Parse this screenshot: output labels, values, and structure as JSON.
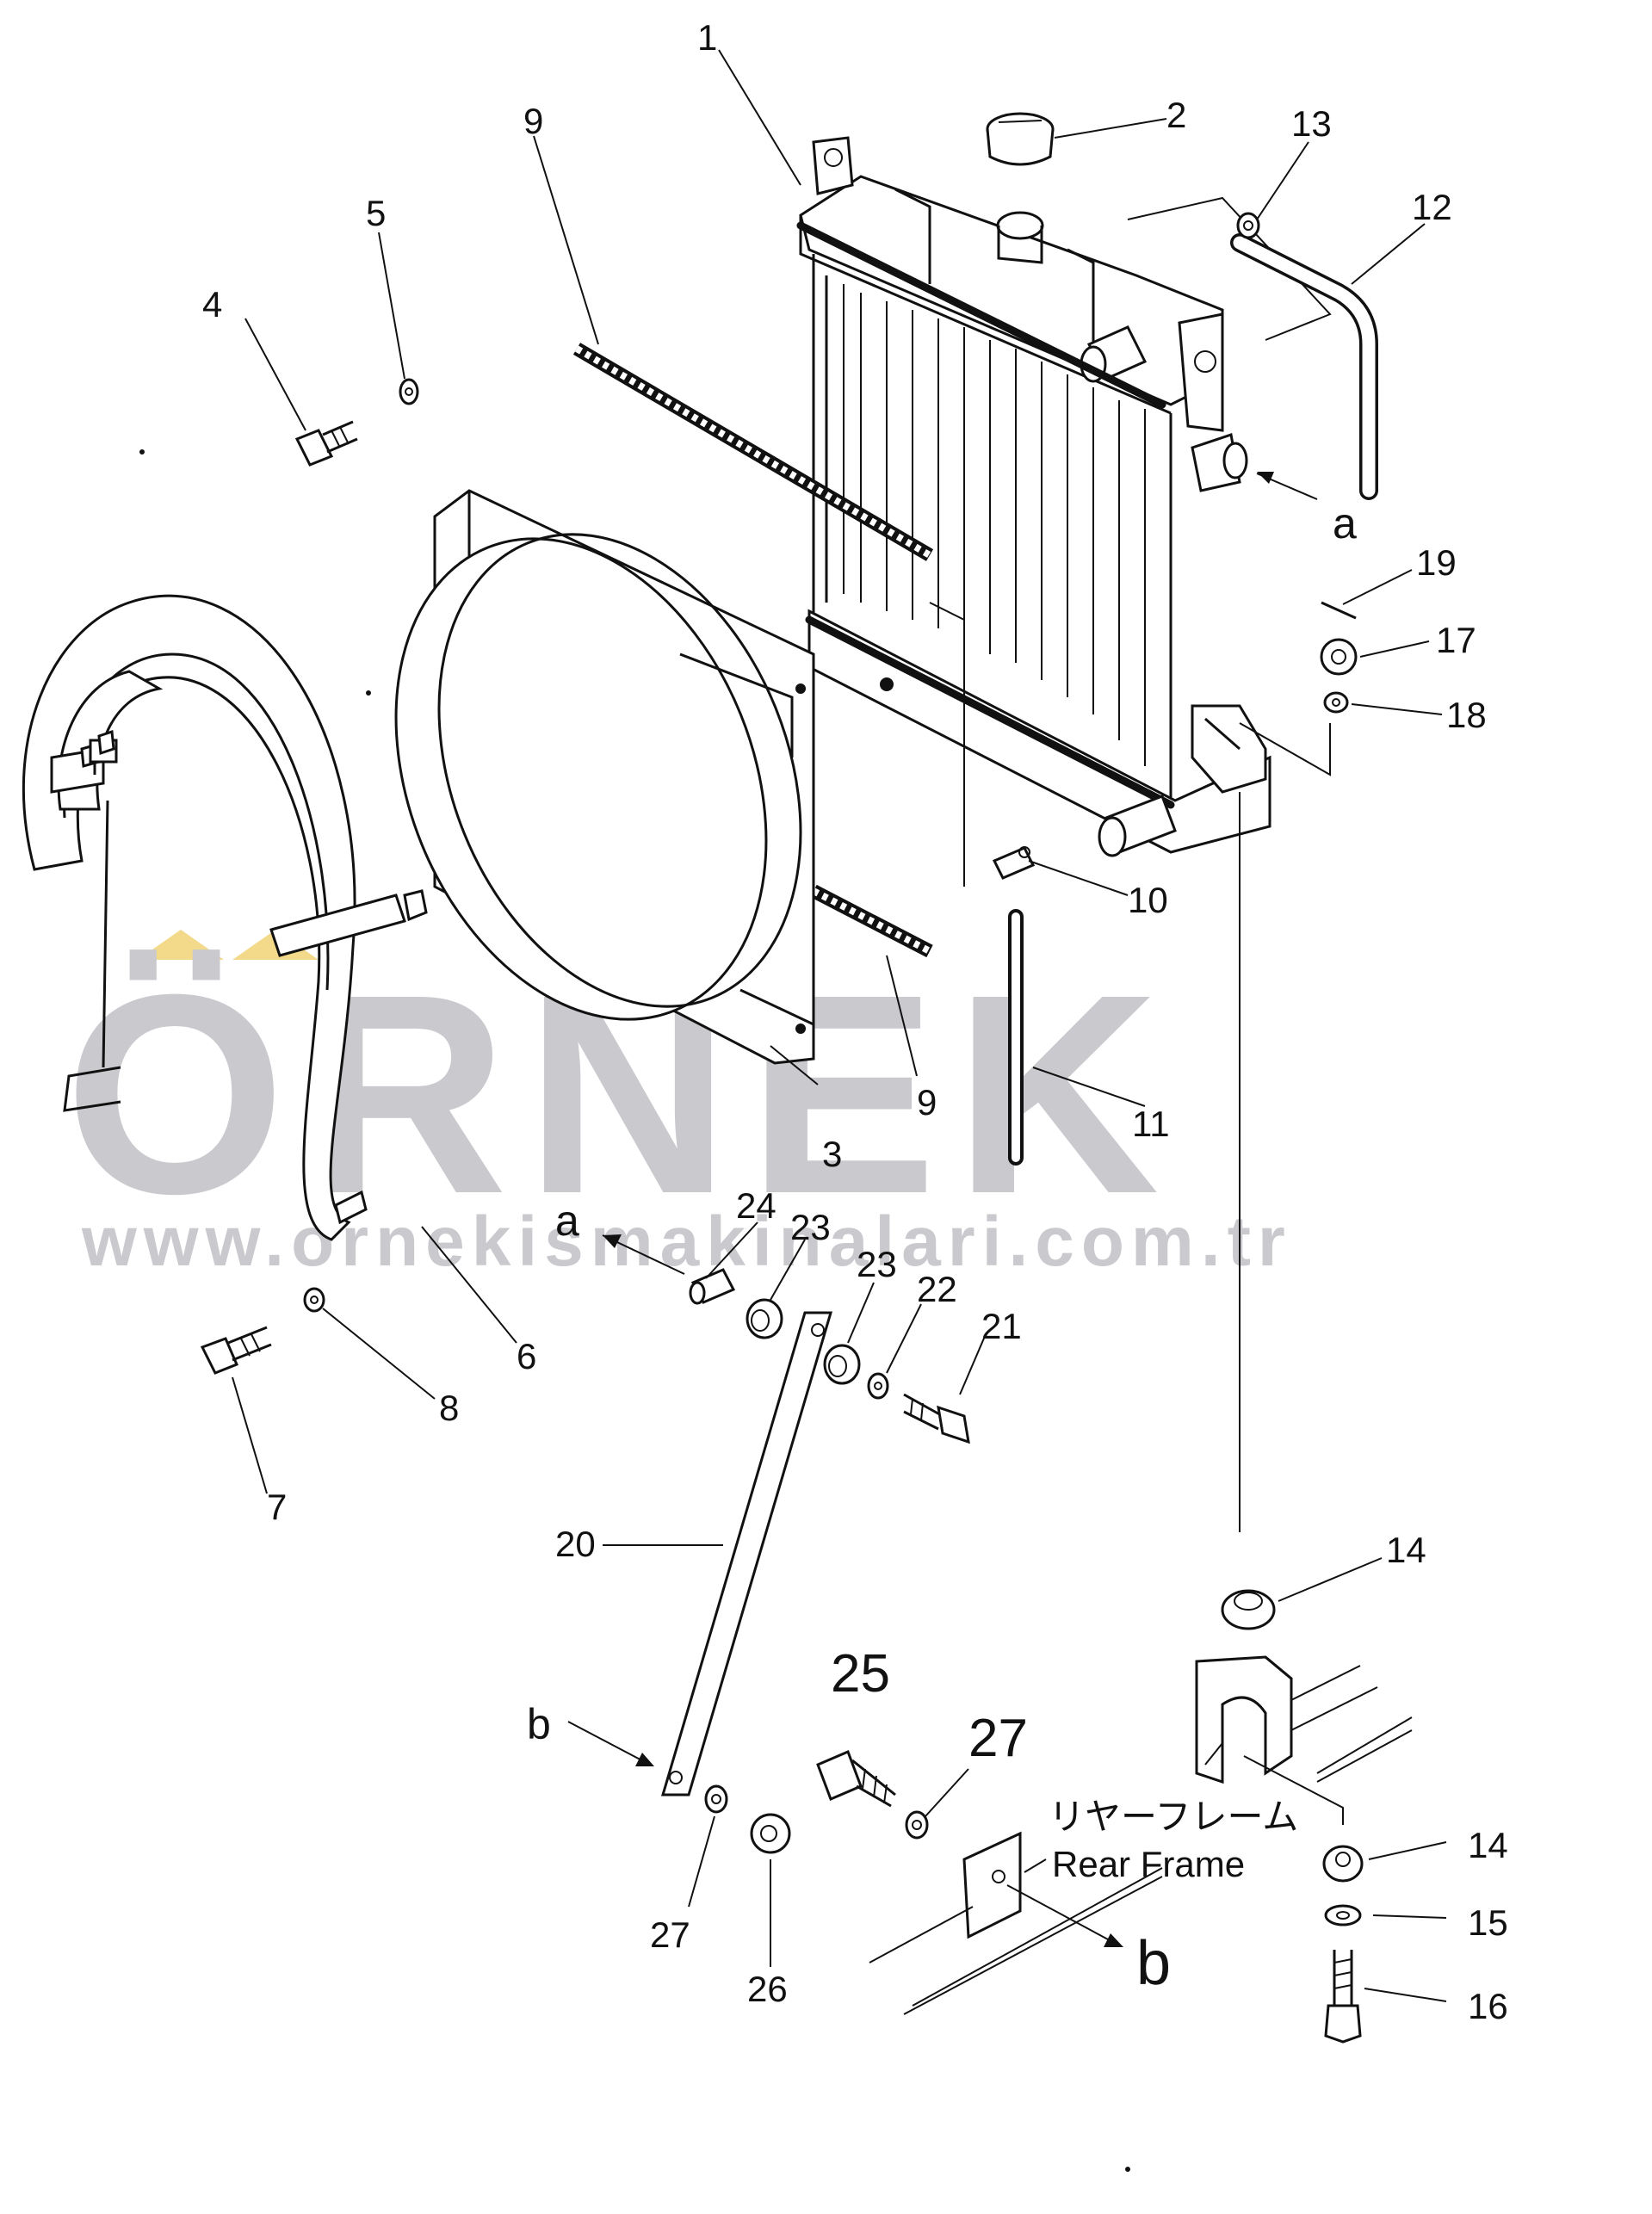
{
  "watermark": {
    "brand": "ÖRNEK",
    "url": "www.ornekismakinalari.com.tr",
    "accent_color": "#f3d98a",
    "text_color": "#c9c9ce"
  },
  "callouts": {
    "p1": "1",
    "p2": "2",
    "p3": "3",
    "p4": "4",
    "p5": "5",
    "p6": "6",
    "p7": "7",
    "p8": "8",
    "p9a": "9",
    "p9b": "9",
    "p10": "10",
    "p11": "11",
    "p12": "12",
    "p13": "13",
    "p14a": "14",
    "p14b": "14",
    "p15": "15",
    "p16": "16",
    "p17": "17",
    "p18": "18",
    "p19": "19",
    "p20": "20",
    "p21": "21",
    "p22": "22",
    "p23a": "23",
    "p23b": "23",
    "p24": "24",
    "p25": "25",
    "p26": "26",
    "p27a": "27",
    "p27b": "27"
  },
  "refs": {
    "a_top": "a",
    "a_mid": "a",
    "b_left": "b",
    "b_right": "b"
  },
  "frame_label": {
    "japanese": "リヤーフレーム",
    "english": "Rear Frame"
  }
}
